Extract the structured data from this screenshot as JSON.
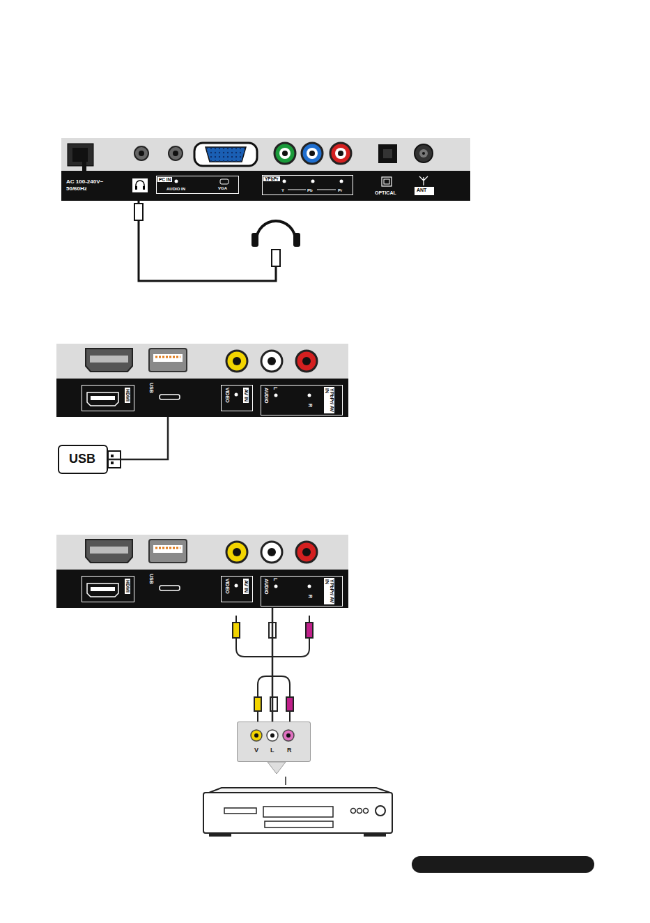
{
  "diagram": {
    "nodes": [
      {
        "text": [
          "AC 100-240V~ 50/60Hz",
          "OPTICAL"
        ]
      },
      {
        "text": [
          "PC IN",
          "AUDIO IN",
          "VGA"
        ],
        "in": 0
      },
      {
        "text": [
          "YPbPr",
          "Y",
          "Pb",
          "Pr"
        ],
        "in": 0
      },
      {
        "text": [
          "ANT"
        ],
        "in": 0
      },
      {
        "text": [
          "USB"
        ]
      },
      {
        "text": [
          "HDMI"
        ],
        "in": 4
      },
      {
        "text": [
          "AV IN",
          "VIDEO"
        ],
        "in": 4
      },
      {
        "text": [
          "AUDIO",
          "L",
          "R",
          "YPbPr/ AV IN"
        ],
        "in": 4
      },
      {
        "text": [
          "USB"
        ]
      },
      {
        "text": [
          "USB"
        ]
      },
      {
        "text": [
          "HDMI"
        ],
        "in": 9
      },
      {
        "text": [
          "AV IN",
          "VIDEO"
        ],
        "in": 9
      },
      {
        "text": [
          "AUDIO",
          "L",
          "R",
          "YPbPr/ AV IN"
        ],
        "in": 9
      },
      {
        "text": [
          "V",
          "L",
          "R"
        ]
      }
    ],
    "edges": [
      {
        "from": 8,
        "to": 4,
        "arrow": "none"
      },
      {
        "from": 13,
        "to": 9,
        "arrow": "none"
      }
    ]
  }
}
